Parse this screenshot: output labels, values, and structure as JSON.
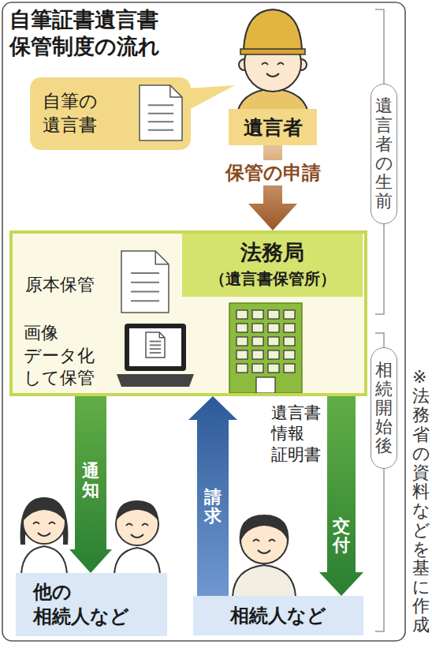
{
  "diagram": {
    "title": "自筆証書遺言書 保管制度の流れ",
    "nodes": [
      {
        "text": [
          "自筆の 遺言書"
        ]
      },
      {
        "text": [
          "遺言者"
        ]
      },
      {
        "text": [
          "法務局",
          "（遺言書保管所）",
          "原本保管",
          "画像 データ化 して保管"
        ]
      },
      {
        "text": [
          "他の 相続人など"
        ]
      },
      {
        "text": [
          "相続人など"
        ]
      },
      {
        "text": [
          "遺言者の生前"
        ]
      },
      {
        "text": [
          "相続開始後"
        ]
      }
    ],
    "edges": [
      {
        "from": 1,
        "to": 2,
        "arrow": "to",
        "label": "保管の申請"
      },
      {
        "from": 2,
        "to": 3,
        "arrow": "to",
        "label": "通知"
      },
      {
        "from": 4,
        "to": 2,
        "arrow": "to",
        "label": "請求"
      },
      {
        "from": 2,
        "to": 4,
        "arrow": "to",
        "label": "交付"
      }
    ],
    "labels": [
      "遺言書 情報 証明書",
      "※法務省の資料などを基に作成"
    ]
  }
}
